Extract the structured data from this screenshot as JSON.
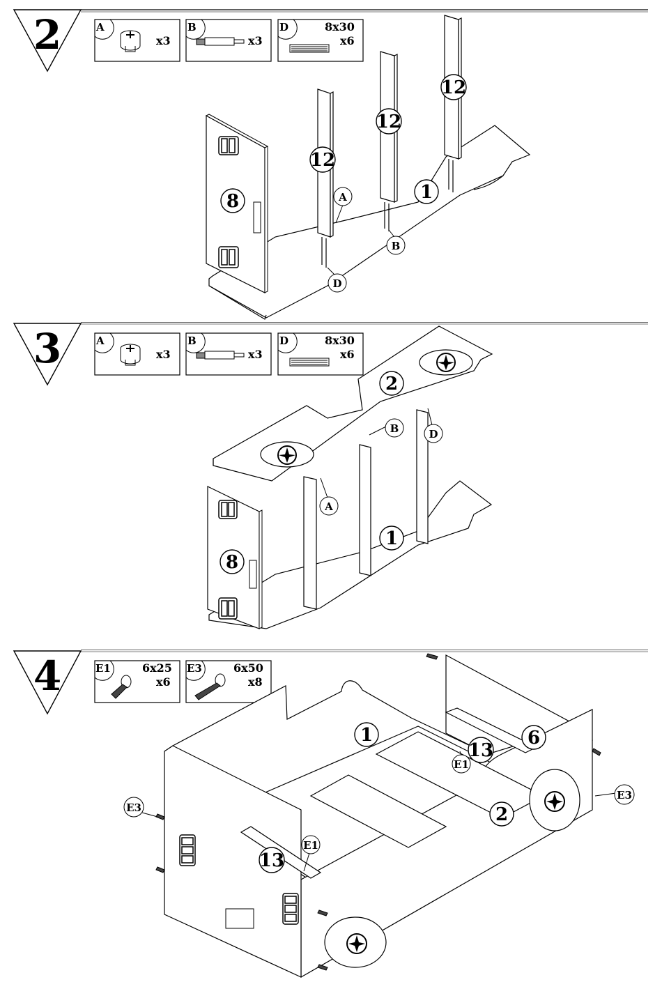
{
  "steps": [
    {
      "number": "2",
      "parts": [
        {
          "code": "A",
          "size": "",
          "qty": "x3",
          "icon": "cam-lock-icon"
        },
        {
          "code": "B",
          "size": "",
          "qty": "x3",
          "icon": "connector-bolt-icon"
        },
        {
          "code": "D",
          "size": "8x30",
          "qty": "x6",
          "icon": "dowel-icon"
        }
      ],
      "panels": [
        "8",
        "12",
        "12",
        "12",
        "1"
      ],
      "callouts": [
        "A",
        "B",
        "D"
      ]
    },
    {
      "number": "3",
      "parts": [
        {
          "code": "A",
          "size": "",
          "qty": "x3",
          "icon": "cam-lock-icon"
        },
        {
          "code": "B",
          "size": "",
          "qty": "x3",
          "icon": "connector-bolt-icon"
        },
        {
          "code": "D",
          "size": "8x30",
          "qty": "x6",
          "icon": "dowel-icon"
        }
      ],
      "panels": [
        "2",
        "8",
        "1"
      ],
      "callouts": [
        "B",
        "D",
        "A"
      ]
    },
    {
      "number": "4",
      "parts": [
        {
          "code": "E1",
          "size": "6x25",
          "qty": "x6",
          "icon": "screw-icon"
        },
        {
          "code": "E3",
          "size": "6x50",
          "qty": "x8",
          "icon": "screw-icon"
        }
      ],
      "panels": [
        "1",
        "6",
        "13",
        "2",
        "13"
      ],
      "callouts": [
        "E1",
        "E3",
        "E3",
        "E1"
      ]
    }
  ]
}
